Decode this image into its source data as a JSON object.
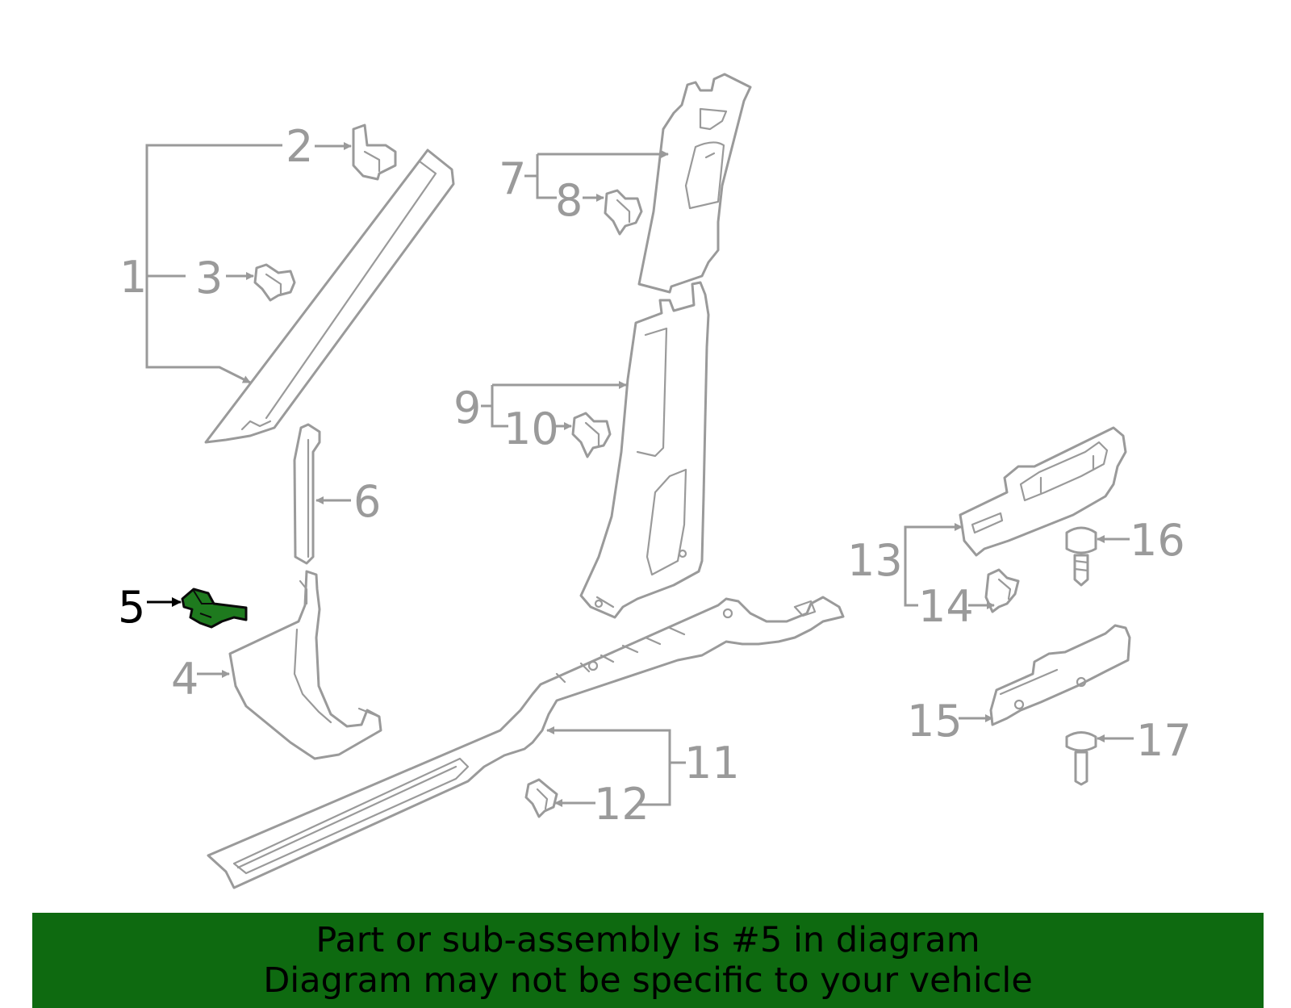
{
  "colors": {
    "line": "#9a9a9a",
    "highlight_fill": "#1e7a1e",
    "highlight_label": "#000000",
    "banner_bg": "#0e6a10",
    "banner_text": "#000000"
  },
  "callouts": {
    "c1": "1",
    "c2": "2",
    "c3": "3",
    "c4": "4",
    "c5": "5",
    "c6": "6",
    "c7": "7",
    "c8": "8",
    "c9": "9",
    "c10": "10",
    "c11": "11",
    "c12": "12",
    "c13": "13",
    "c14": "14",
    "c15": "15",
    "c16": "16",
    "c17": "17"
  },
  "highlighted_part": "5",
  "banner": {
    "line1": "Part or sub-assembly is #5 in diagram",
    "line2": "Diagram may not be specific to your vehicle"
  }
}
